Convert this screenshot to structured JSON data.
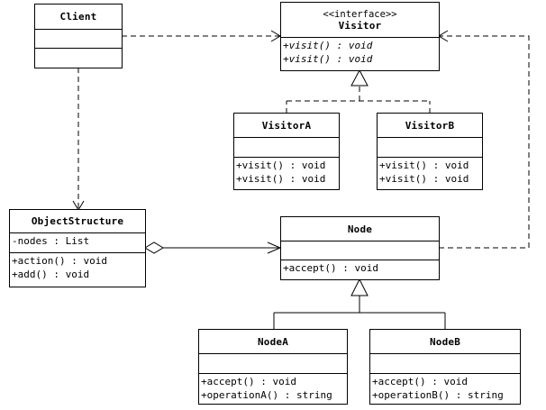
{
  "classes": {
    "client": {
      "name": "Client",
      "attributes": [],
      "operations": []
    },
    "visitor": {
      "stereotype": "<<interface>>",
      "name": "Visitor",
      "attributes": [],
      "operations": [
        "+visit() : void",
        "+visit() : void"
      ]
    },
    "visitor_a": {
      "name": "VisitorA",
      "attributes": [],
      "operations": [
        "+visit() : void",
        "+visit() : void"
      ]
    },
    "visitor_b": {
      "name": "VisitorB",
      "attributes": [],
      "operations": [
        "+visit() : void",
        "+visit() : void"
      ]
    },
    "object_structure": {
      "name": "ObjectStructure",
      "attributes": [
        "-nodes : List"
      ],
      "operations": [
        "+action() : void",
        "+add() : void"
      ]
    },
    "node": {
      "name": "Node",
      "attributes": [],
      "operations": [
        "+accept() : void"
      ]
    },
    "node_a": {
      "name": "NodeA",
      "attributes": [],
      "operations": [
        "+accept() : void",
        "+operationA() : string"
      ]
    },
    "node_b": {
      "name": "NodeB",
      "attributes": [],
      "operations": [
        "+accept() : void",
        "+operationB() : string"
      ]
    }
  },
  "relationships": [
    {
      "from": "Client",
      "to": "Visitor",
      "kind": "dependency"
    },
    {
      "from": "Client",
      "to": "ObjectStructure",
      "kind": "dependency"
    },
    {
      "from": "VisitorA",
      "to": "Visitor",
      "kind": "realization"
    },
    {
      "from": "VisitorB",
      "to": "Visitor",
      "kind": "realization"
    },
    {
      "from": "ObjectStructure",
      "to": "Node",
      "kind": "aggregation"
    },
    {
      "from": "Node",
      "to": "Visitor",
      "kind": "dependency"
    },
    {
      "from": "NodeA",
      "to": "Node",
      "kind": "generalization"
    },
    {
      "from": "NodeB",
      "to": "Node",
      "kind": "generalization"
    }
  ]
}
